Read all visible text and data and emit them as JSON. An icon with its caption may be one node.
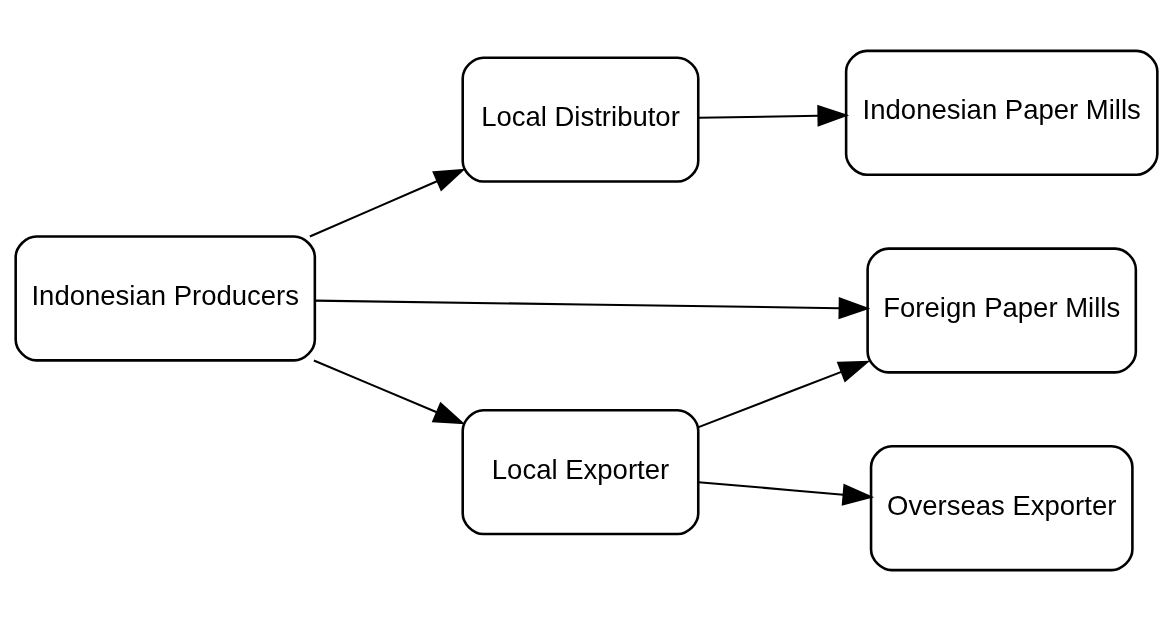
{
  "diagram": {
    "nodes": [
      {
        "text": [
          "Indonesian Producers"
        ]
      },
      {
        "text": [
          "Local Distributor"
        ]
      },
      {
        "text": [
          "Indonesian Paper Mills"
        ]
      },
      {
        "text": [
          "Foreign Paper Mills"
        ]
      },
      {
        "text": [
          "Local Exporter"
        ]
      },
      {
        "text": [
          "Overseas Exporter"
        ]
      }
    ],
    "edges": [
      {
        "from": 0,
        "to": 1,
        "arrow": "to"
      },
      {
        "from": 0,
        "to": 3,
        "arrow": "to"
      },
      {
        "from": 0,
        "to": 4,
        "arrow": "to"
      },
      {
        "from": 1,
        "to": 2,
        "arrow": "to"
      },
      {
        "from": 4,
        "to": 5,
        "arrow": "to"
      },
      {
        "from": 4,
        "to": 3,
        "arrow": "to"
      }
    ]
  }
}
